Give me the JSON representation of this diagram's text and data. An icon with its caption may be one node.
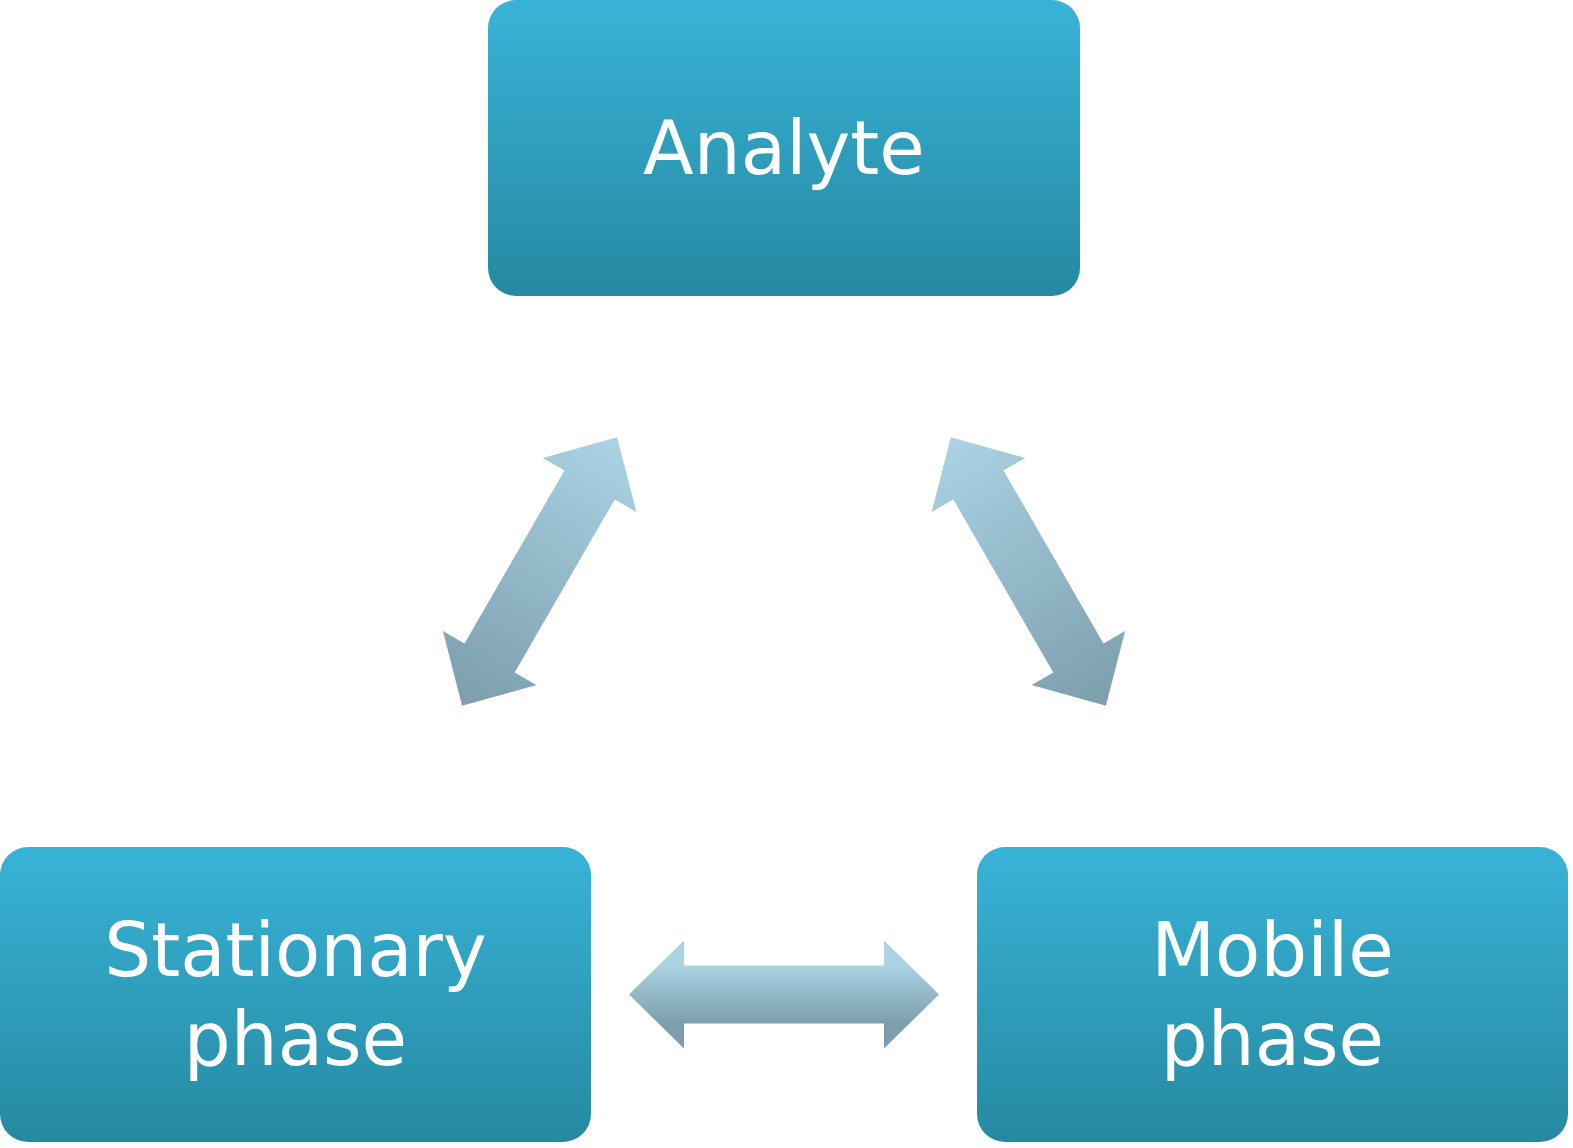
{
  "diagram": {
    "nodes": [
      {
        "text": [
          "Analyte"
        ]
      },
      {
        "text": [
          "Stationary phase"
        ]
      },
      {
        "text": [
          "Mobile phase"
        ]
      }
    ],
    "edges": [
      {
        "from": 0,
        "to": 1,
        "arrow": "both",
        "style": "thick"
      },
      {
        "from": 0,
        "to": 2,
        "arrow": "both",
        "style": "thick"
      },
      {
        "from": 1,
        "to": 2,
        "arrow": "both",
        "style": "thick"
      }
    ]
  }
}
